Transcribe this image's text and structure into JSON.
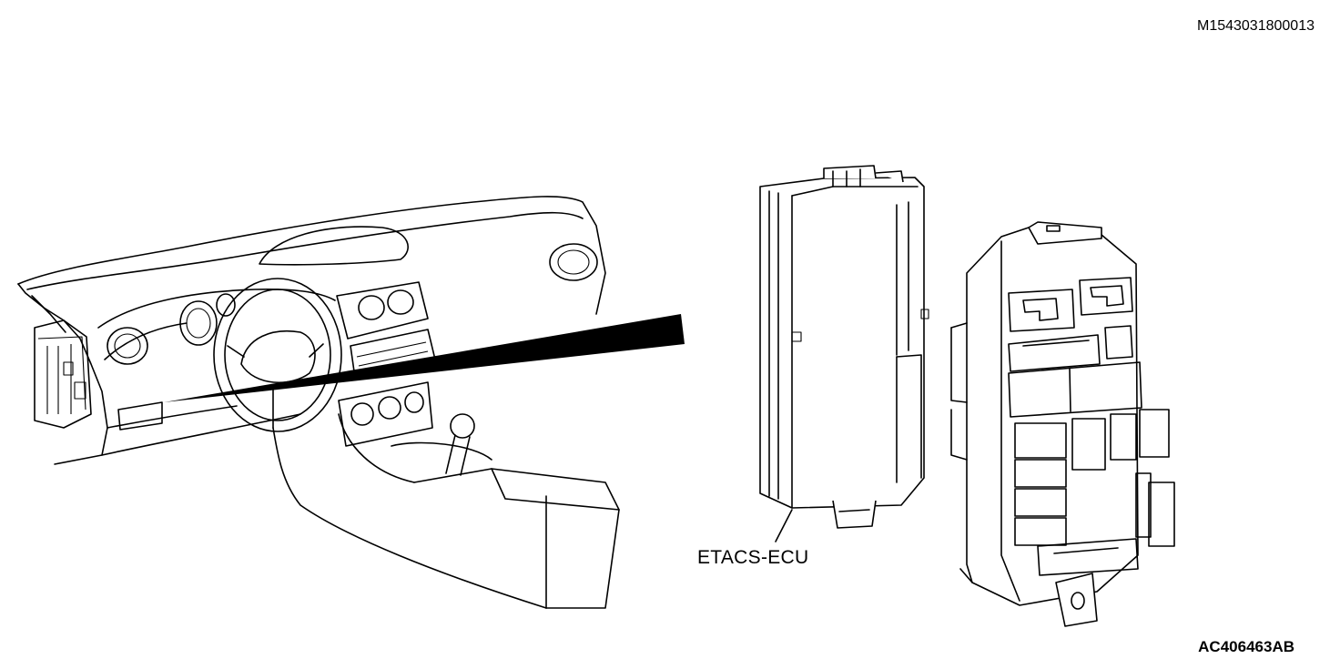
{
  "document_id": "M1543031800013",
  "callout_label": "ETACS-ECU",
  "figure_id": "AC406463AB",
  "colors": {
    "line": "#000000",
    "background": "#ffffff"
  }
}
